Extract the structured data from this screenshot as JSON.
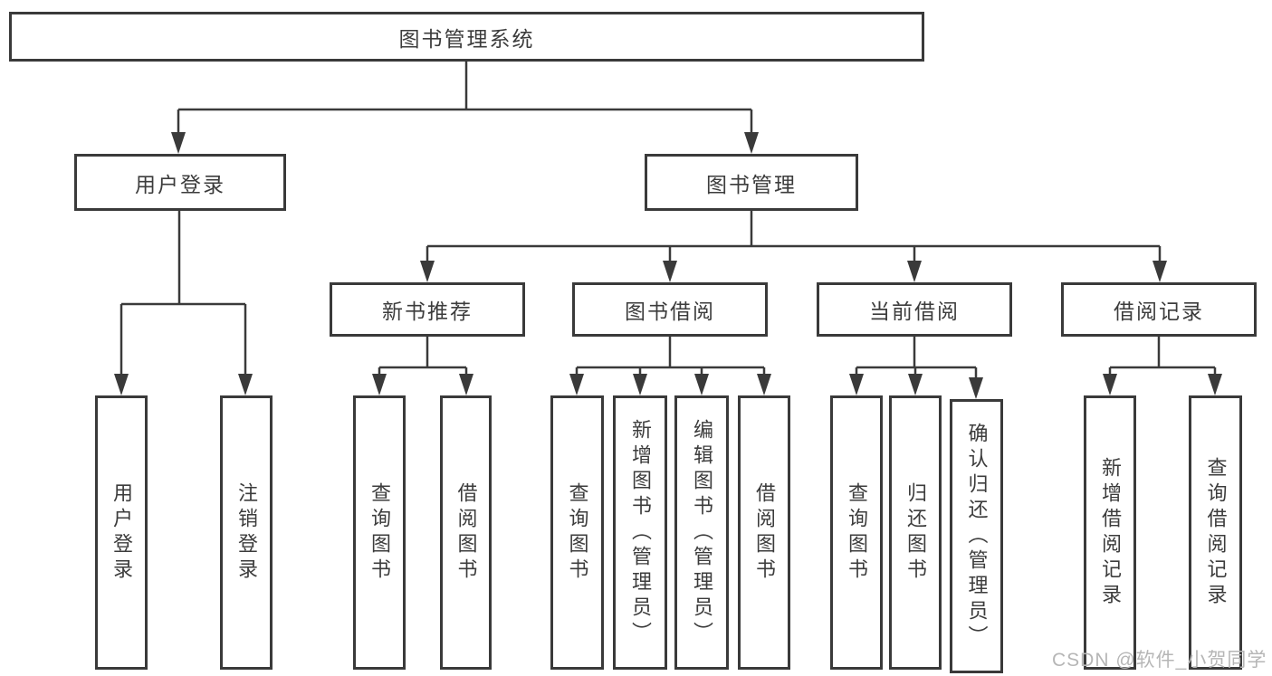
{
  "diagram_type": "hierarchy-tree",
  "colors": {
    "background": "#ffffff",
    "box_background": "#ffffff",
    "box_border": "#3a3a3a",
    "line": "#3a3a3a",
    "text": "#3c3c3c",
    "watermark": "#b6b6b6"
  },
  "watermark": "CSDN @软件_小贺同学",
  "tree": {
    "label": "图书管理系统",
    "children": [
      {
        "label": "用户登录",
        "children": [
          {
            "label": "用户登录"
          },
          {
            "label": "注销登录"
          }
        ]
      },
      {
        "label": "图书管理",
        "children": [
          {
            "label": "新书推荐",
            "children": [
              {
                "label": "查询图书"
              },
              {
                "label": "借阅图书"
              }
            ]
          },
          {
            "label": "图书借阅",
            "children": [
              {
                "label": "查询图书"
              },
              {
                "label": "新增图书（管理员）"
              },
              {
                "label": "编辑图书（管理员）"
              },
              {
                "label": "借阅图书"
              }
            ]
          },
          {
            "label": "当前借阅",
            "children": [
              {
                "label": "查询图书"
              },
              {
                "label": "归还图书"
              },
              {
                "label": "确认归还（管理员）"
              }
            ]
          },
          {
            "label": "借阅记录",
            "children": [
              {
                "label": "新增借阅记录"
              },
              {
                "label": "查询借阅记录"
              }
            ]
          }
        ]
      }
    ]
  }
}
